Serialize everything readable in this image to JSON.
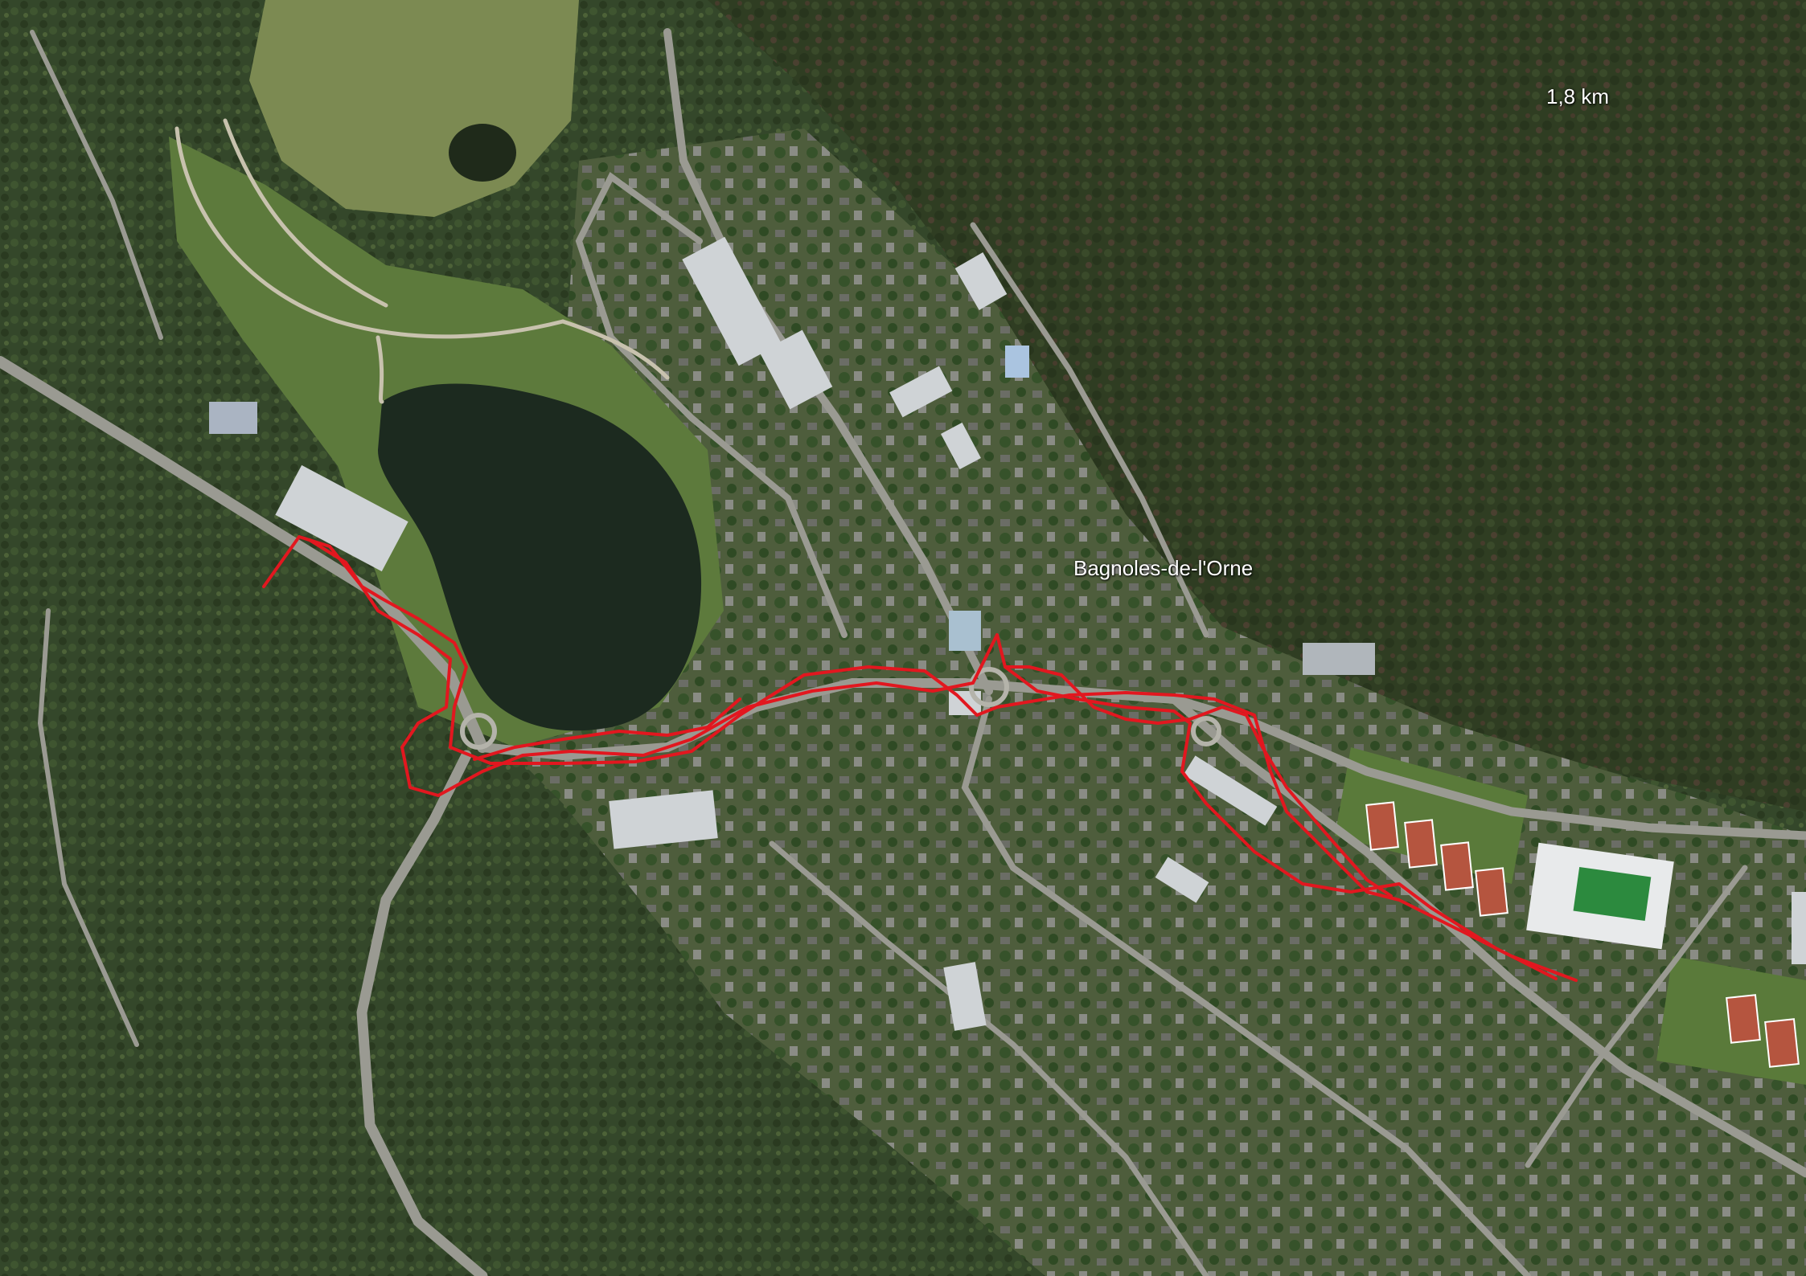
{
  "map": {
    "place_label": "Bagnoles-de-l'Orne",
    "distance_label": "1,8 km",
    "colors": {
      "forest_dark": "#2f3d22",
      "forest_brown": "#4a4030",
      "woods": "#34472a",
      "grass": "#5d7a3c",
      "lawn": "#7c8a52",
      "lake": "#1c2a1f",
      "road": "#9a9a92",
      "path": "#c8c2ae",
      "building_roof": "#cfd3d6",
      "tennis_court": "#b5553f",
      "pool": "#2c8a3e",
      "track": "#e2171f"
    },
    "icons": [
      "route-track",
      "lake",
      "tennis-courts",
      "swimming-pool"
    ]
  }
}
